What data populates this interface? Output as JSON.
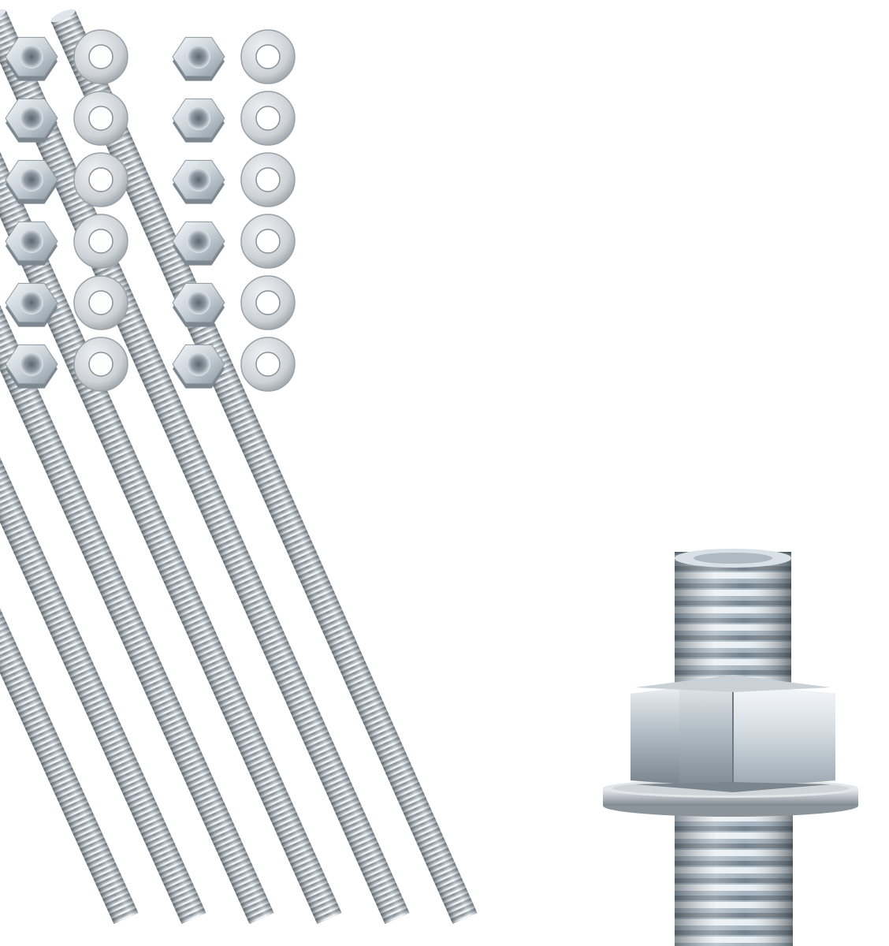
{
  "photo": {
    "subject": "threaded-rod-kit",
    "background_color": "#ffffff",
    "metal_colors": {
      "base": "#b9c1c8",
      "highlight": "#f2f5f7",
      "shadow": "#6f7880",
      "nut_tint": "#c7d6e2"
    },
    "counts": {
      "threaded_rods": 6,
      "hex_nuts": 12,
      "flat_washers": 12
    }
  }
}
